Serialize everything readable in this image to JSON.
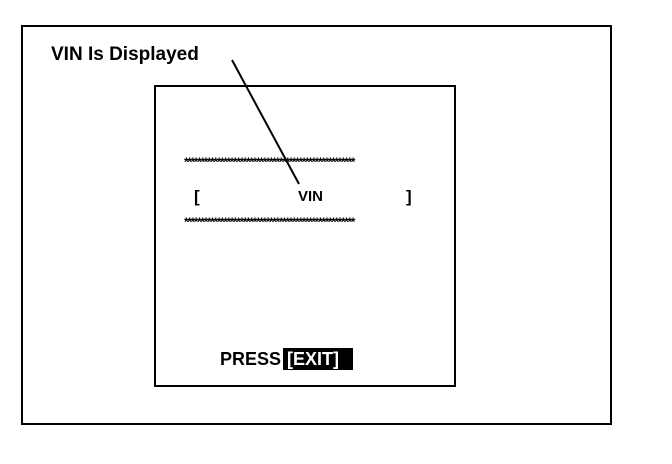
{
  "callout": {
    "label": "VIN Is Displayed"
  },
  "screen": {
    "stars_top": "****************************************************",
    "stars_bottom": "****************************************************",
    "bracket_left": "[",
    "bracket_right": "]",
    "field_label": "VIN",
    "press_label": "PRESS",
    "exit_key_label": "[EXIT]"
  }
}
